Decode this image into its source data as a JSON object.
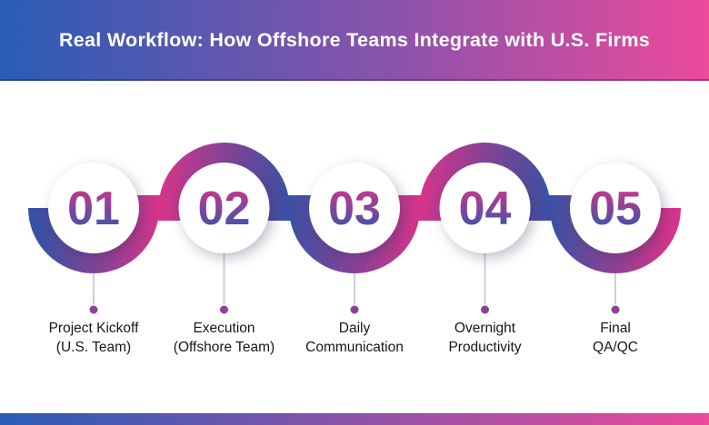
{
  "header": {
    "title": "Real Workflow: How Offshore Teams Integrate with U.S. Firms"
  },
  "steps": [
    {
      "number": "01",
      "line1": "Project Kickoff",
      "line2": "(U.S. Team)"
    },
    {
      "number": "02",
      "line1": "Execution",
      "line2": "(Offshore Team)"
    },
    {
      "number": "03",
      "line1": "Daily",
      "line2": "Communication"
    },
    {
      "number": "04",
      "line1": "Overnight",
      "line2": "Productivity"
    },
    {
      "number": "05",
      "line1": "Final",
      "line2": "QA/QC"
    }
  ],
  "colors": {
    "header_blue": "#2a5cb5",
    "header_purple": "#8a53ab",
    "header_pink": "#ec4a9b",
    "ribbon_blue": "#3a51a3",
    "ribbon_pink": "#d5348a",
    "number_pink": "#d5348a",
    "number_blue": "#3a55a8",
    "dot_purple": "#8c4197",
    "stem_gray": "#cfcfd6",
    "label_dark": "#15181f"
  }
}
